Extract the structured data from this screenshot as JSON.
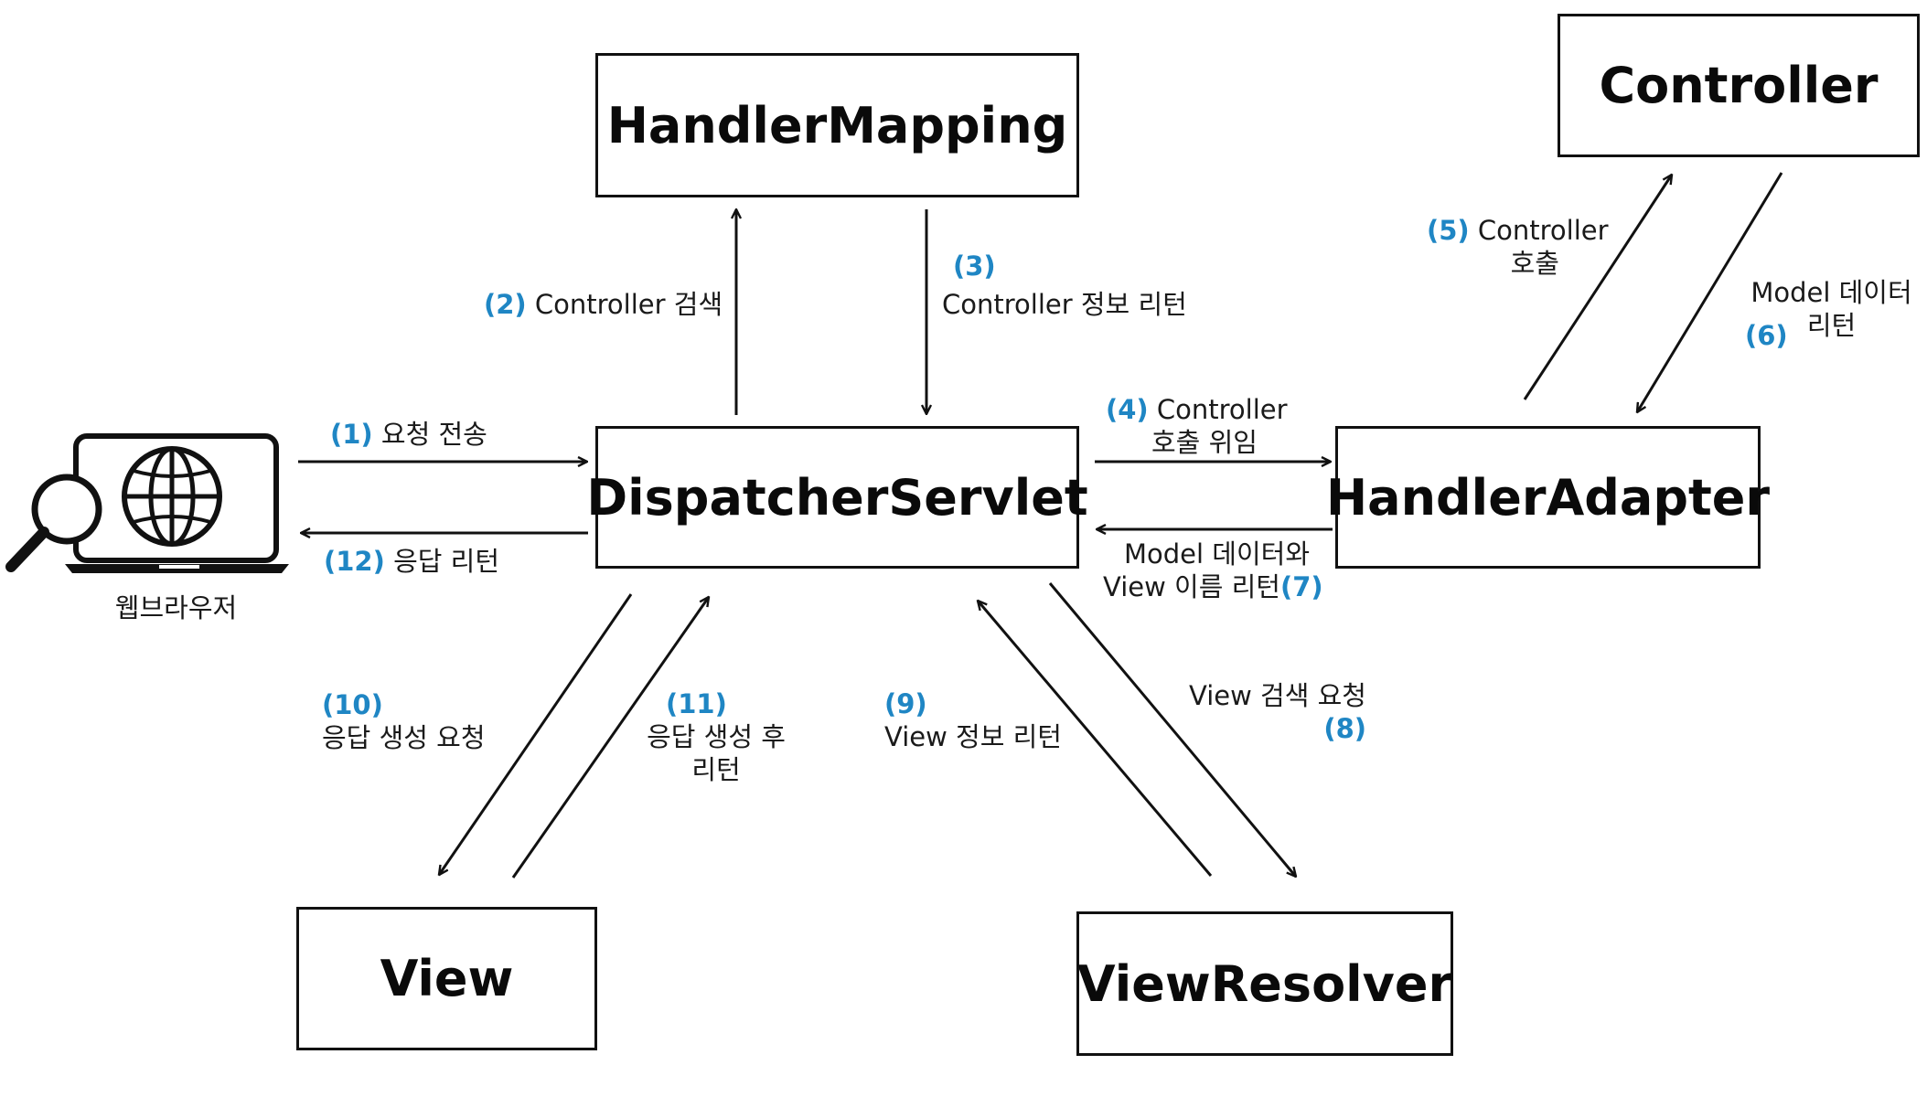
{
  "boxes": {
    "handler_mapping": "HandlerMapping",
    "controller": "Controller",
    "dispatcher_servlet": "DispatcherServlet",
    "handler_adapter": "HandlerAdapter",
    "view": "View",
    "view_resolver": "ViewResolver"
  },
  "browser": {
    "label": "웹브라우저"
  },
  "steps": {
    "s1": {
      "num": "(1)",
      "text": "요청 전송"
    },
    "s2": {
      "num": "(2)",
      "text": "Controller 검색"
    },
    "s3": {
      "num": "(3)",
      "text": "Controller 정보 리턴"
    },
    "s4": {
      "num": "(4)",
      "line1": "Controller",
      "line2": "호출 위임"
    },
    "s5": {
      "num": "(5)",
      "line1": "Controller",
      "line2": "호출"
    },
    "s6": {
      "num": "(6)",
      "line1": "Model 데이터",
      "line2": "리턴"
    },
    "s7": {
      "num": "(7)",
      "line1": "Model 데이터와",
      "line2": "View 이름 리턴"
    },
    "s8": {
      "num": "(8)",
      "text": "View 검색 요청"
    },
    "s9": {
      "num": "(9)",
      "text": "View 정보 리턴"
    },
    "s10": {
      "num": "(10)",
      "text": "응답 생성 요청"
    },
    "s11": {
      "num": "(11)",
      "line1": "응답 생성 후",
      "line2": "리턴"
    },
    "s12": {
      "num": "(12)",
      "text": "응답 리턴"
    }
  }
}
